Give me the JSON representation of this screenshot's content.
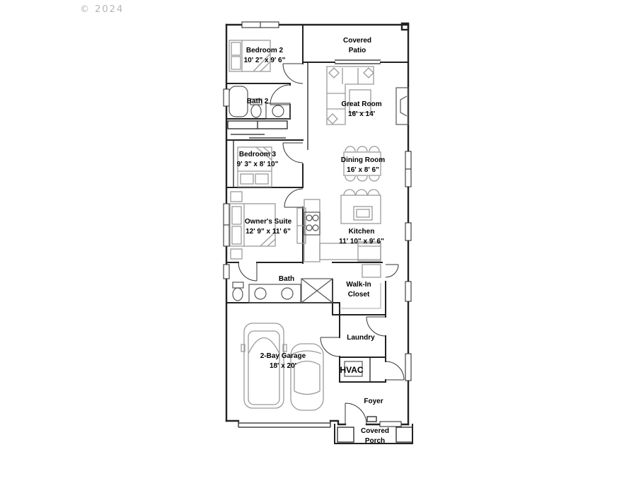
{
  "watermark": "© 2024",
  "colors": {
    "background": "#ffffff",
    "walls": "#222222",
    "furniture": "#9a9a9a",
    "label_text": "#000000",
    "watermark": "#b5b5b5"
  },
  "rooms": [
    {
      "id": "bedroom-2",
      "name": "Bedroom 2",
      "dims": "10' 2\" x 9' 6\""
    },
    {
      "id": "covered-patio",
      "name": "Covered Patio",
      "lines": [
        "Covered",
        "Patio"
      ]
    },
    {
      "id": "bath-2",
      "name": "Bath 2"
    },
    {
      "id": "great-room",
      "name": "Great Room",
      "dims": "16' x 14'"
    },
    {
      "id": "bedroom-3",
      "name": "Bedroom 3",
      "dims": "9' 3\" x 8' 10\""
    },
    {
      "id": "dining-room",
      "name": "Dining Room",
      "dims": "16' x 8' 6\""
    },
    {
      "id": "owners-suite",
      "name": "Owner's Suite",
      "dims": "12' 9\" x 11' 6\""
    },
    {
      "id": "kitchen",
      "name": "Kitchen",
      "dims": "11' 10\" x 9' 6\""
    },
    {
      "id": "bath",
      "name": "Bath"
    },
    {
      "id": "walk-in-closet",
      "name": "Walk-In Closet",
      "lines": [
        "Walk-In",
        "Closet"
      ]
    },
    {
      "id": "2-bay-garage",
      "name": "2-Bay Garage",
      "dims": "18' x 20'"
    },
    {
      "id": "laundry",
      "name": "Laundry"
    },
    {
      "id": "hvac",
      "name": "HVAC"
    },
    {
      "id": "foyer",
      "name": "Foyer"
    },
    {
      "id": "covered-porch",
      "name": "Covered Porch",
      "lines": [
        "Covered",
        "Porch"
      ]
    }
  ]
}
